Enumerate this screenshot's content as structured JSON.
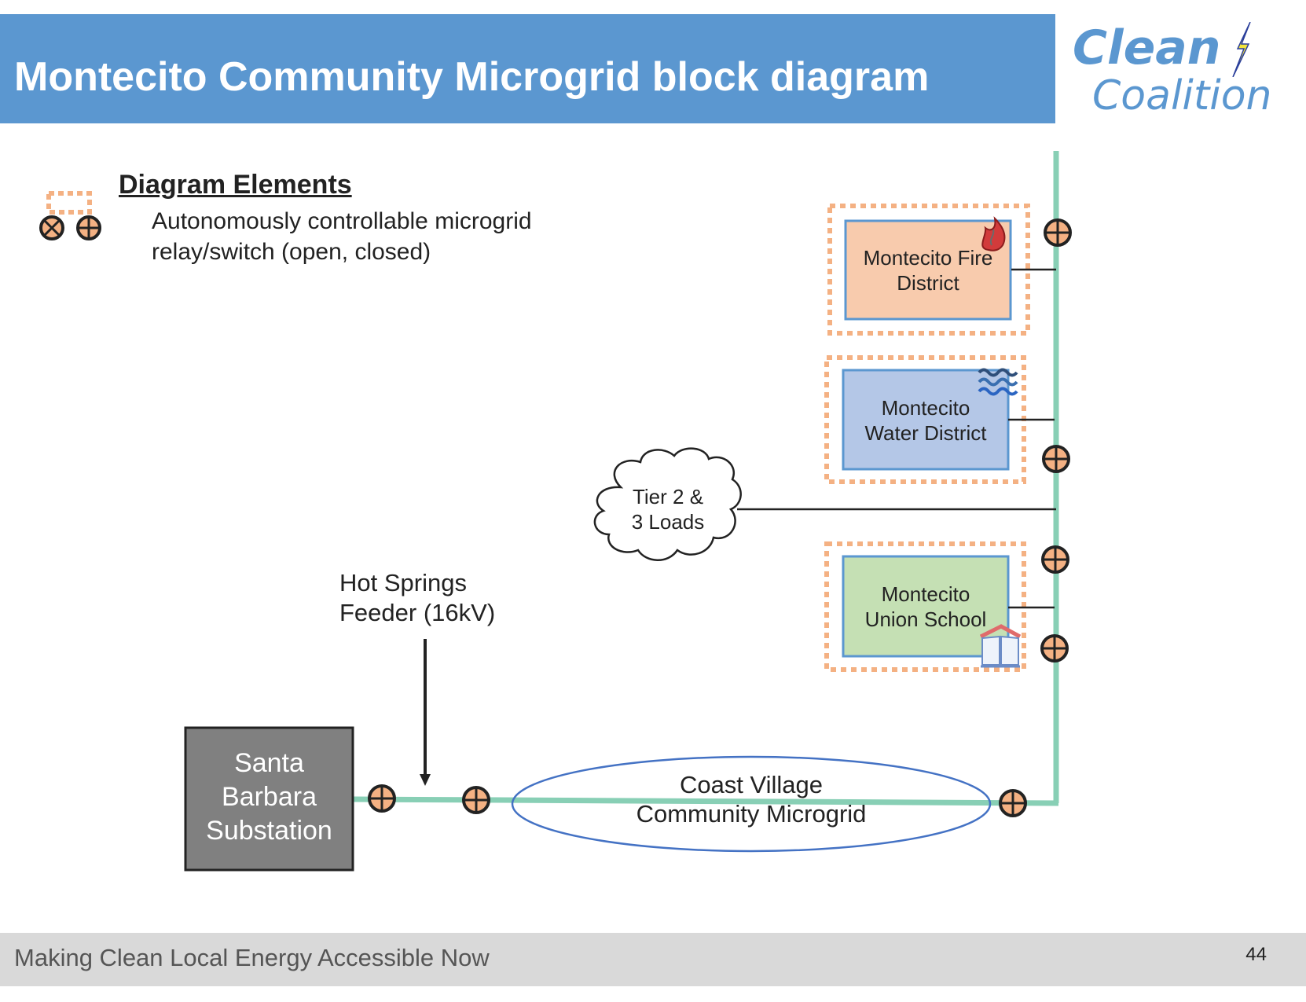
{
  "header": {
    "title": "Montecito Community Microgrid block diagram"
  },
  "logo": {
    "line1": "Clean",
    "line2": "Coalition",
    "icon": "lightning-bolt-icon"
  },
  "legend": {
    "title": "Diagram Elements",
    "description_line1": "Autonomously controllable microgrid",
    "description_line2": "relay/switch (open, closed)",
    "symbols": [
      "dashed-boundary",
      "switch-open",
      "switch-closed"
    ]
  },
  "nodes": {
    "fire": {
      "line1": "Montecito Fire",
      "line2": "District",
      "icon": "fire-icon",
      "fill": "#f8cbad"
    },
    "water": {
      "line1": "Montecito",
      "line2": "Water District",
      "icon": "water-waves-icon",
      "fill": "#b4c7e7"
    },
    "school": {
      "line1": "Montecito",
      "line2": "Union School",
      "icon": "school-book-icon",
      "fill": "#c5e0b4"
    },
    "cloud": {
      "line1": "Tier 2 &",
      "line2": "3 Loads"
    },
    "feeder": {
      "line1": "Hot Springs",
      "line2": "Feeder (16kV)"
    },
    "substation": {
      "line1": "Santa",
      "line2": "Barbara",
      "line3": "Substation",
      "fill": "#808080"
    },
    "coast": {
      "line1": "Coast Village",
      "line2": "Community Microgrid"
    }
  },
  "colors": {
    "header": "#5b97d0",
    "bus": "#88cfb5",
    "switch_fill": "#f4b183",
    "dashed_boundary": "#f4b183",
    "box_border": "#5b97d0",
    "ellipse": "#4472c4"
  },
  "footer": {
    "tagline": "Making Clean Local Energy Accessible Now",
    "page_number": "44"
  }
}
